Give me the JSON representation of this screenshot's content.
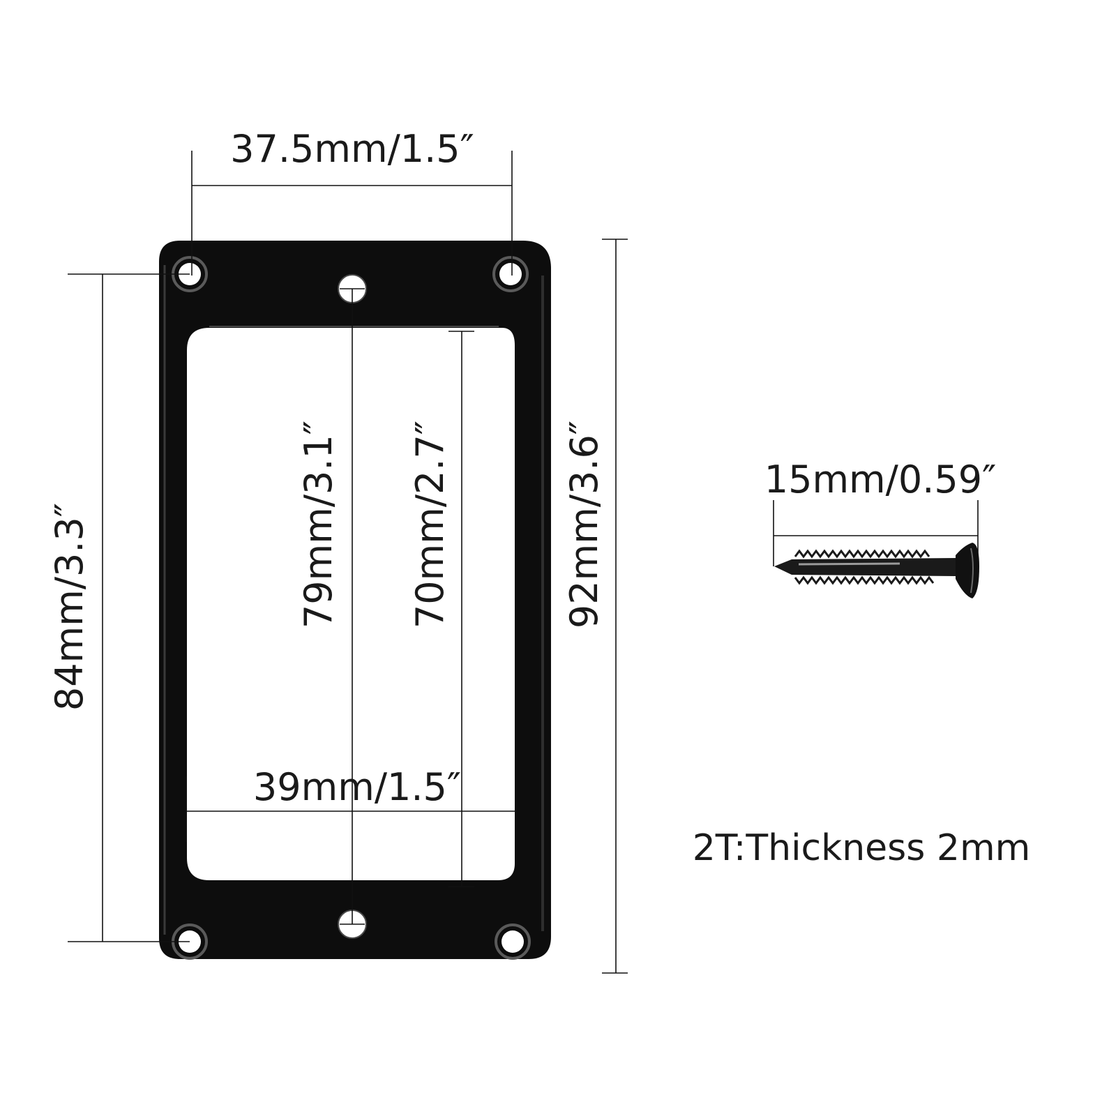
{
  "diagram": {
    "subject": "Humbucker pickup mounting ring (black) with mounting screw",
    "colors": {
      "background": "#ffffff",
      "ring": "#0d0d0d",
      "ring_highlight": "#3a3a3a",
      "dimension_line": "#111111",
      "text": "#1a1a1a"
    },
    "dimensions": {
      "top_hole_spacing": "37.5mm/1.5″",
      "outer_hole_height": "84mm/3.3″",
      "center_hole_height": "79mm/3.1″",
      "opening_height": "70mm/2.7″",
      "overall_height": "92mm/3.6″",
      "opening_width": "39mm/1.5″",
      "screw_length": "15mm/0.59″"
    },
    "note": "2T:Thickness 2mm"
  }
}
